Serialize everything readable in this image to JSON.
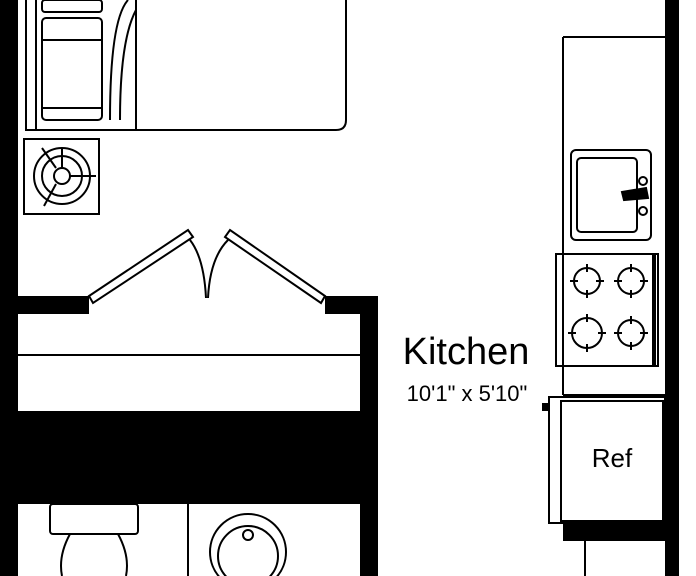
{
  "colors": {
    "wall": "#000000",
    "line": "#000000",
    "background": "#ffffff"
  },
  "rooms": [
    {
      "id": "kitchen",
      "name": "Kitchen",
      "dimensions": "10'1\" x 5'10\""
    }
  ],
  "appliances": {
    "refrigerator_label": "Ref"
  },
  "icons": [
    "washer-dryer-icon",
    "water-heater-icon",
    "sink-icon",
    "cooktop-icon",
    "toilet-icon",
    "vanity-sink-icon",
    "bifold-door-icon"
  ]
}
